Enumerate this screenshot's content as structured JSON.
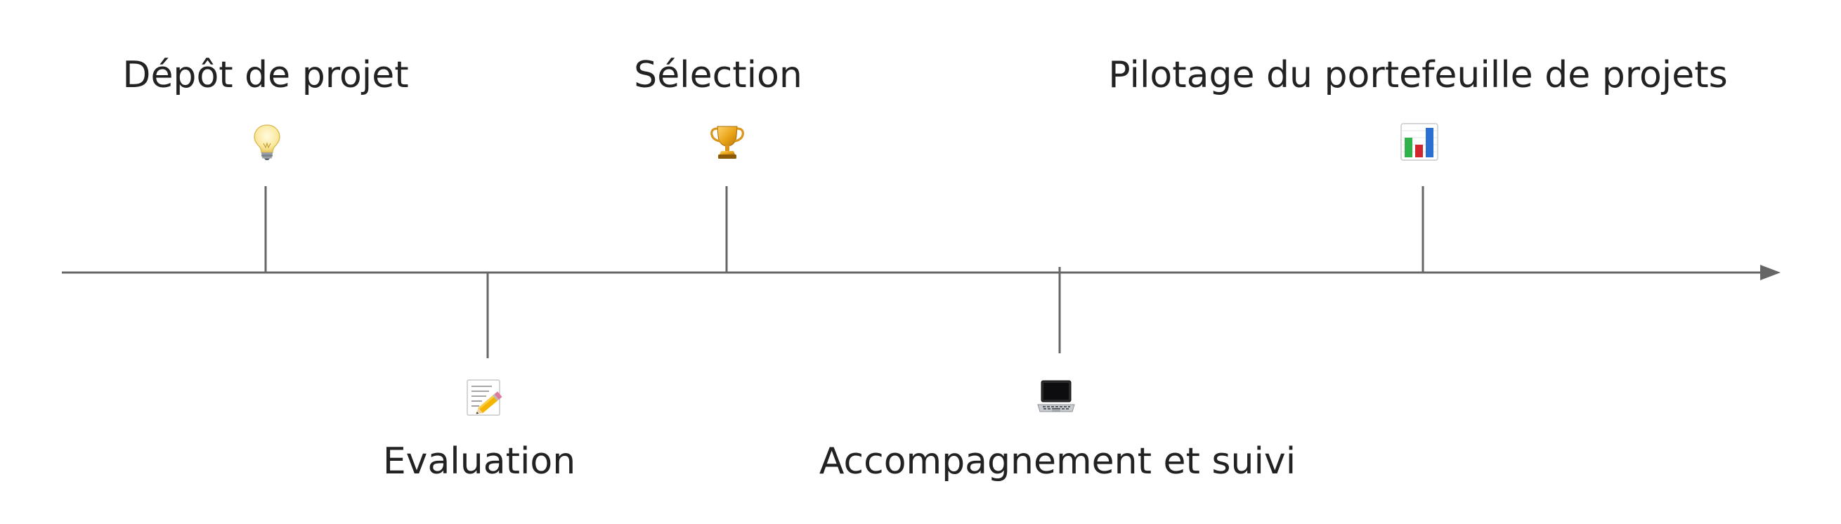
{
  "timeline": {
    "milestones": [
      {
        "label": "Dépôt de projet",
        "icon": "lightbulb-icon"
      },
      {
        "label": "Evaluation",
        "icon": "memo-icon"
      },
      {
        "label": "Sélection",
        "icon": "trophy-icon"
      },
      {
        "label": "Accompagnement et suivi",
        "icon": "laptop-icon"
      },
      {
        "label": "Pilotage du portefeuille de projets",
        "icon": "bar-chart-icon"
      }
    ]
  },
  "colors": {
    "line": "#666666",
    "text": "#222222"
  }
}
